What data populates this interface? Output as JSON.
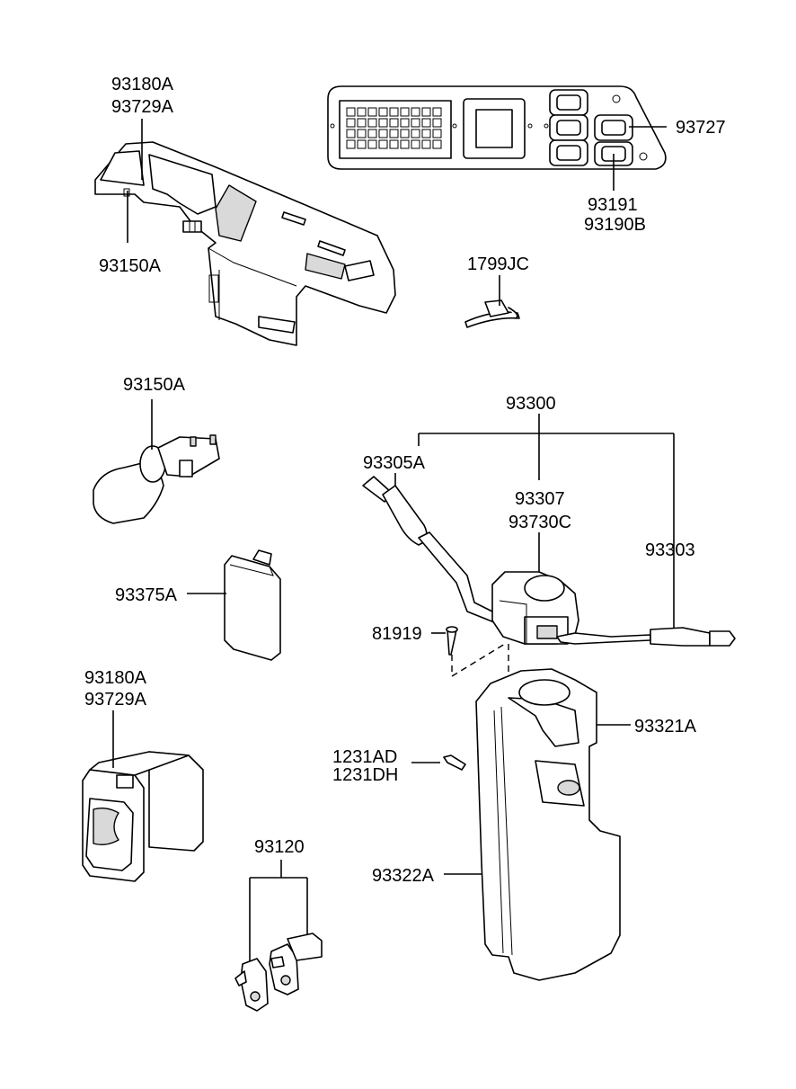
{
  "labels": {
    "p93180A_top": "93180A",
    "p93729A_top": "93729A",
    "p93150A_top": "93150A",
    "p93727": "93727",
    "p93191": "93191",
    "p93190B": "93190B",
    "p1799JC": "1799JC",
    "p93150A_mid": "93150A",
    "p93300": "93300",
    "p93305A": "93305A",
    "p93307": "93307",
    "p93730C": "93730C",
    "p93303": "93303",
    "p93375A": "93375A",
    "p81919": "81919",
    "p93180A_low": "93180A",
    "p93729A_low": "93729A",
    "p93321A": "93321A",
    "p1231AD": "1231AD",
    "p1231DH": "1231DH",
    "p93120": "93120",
    "p93322A": "93322A"
  }
}
